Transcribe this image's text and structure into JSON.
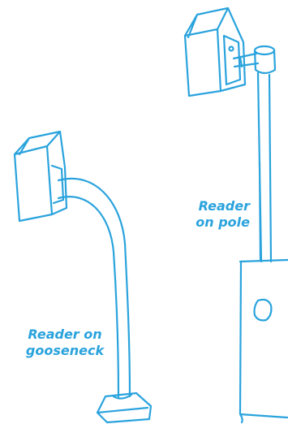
{
  "colors": {
    "stroke": "#2aa3dd",
    "text": "#2aa3dd",
    "background": "#ffffff"
  },
  "labels": {
    "pole": {
      "line1": "Reader",
      "line2": "on pole"
    },
    "gooseneck": {
      "line1": "Reader on",
      "line2": "gooseneck"
    }
  },
  "illustrations": [
    {
      "name": "reader-on-pole-illustration"
    },
    {
      "name": "reader-on-gooseneck-illustration"
    }
  ]
}
